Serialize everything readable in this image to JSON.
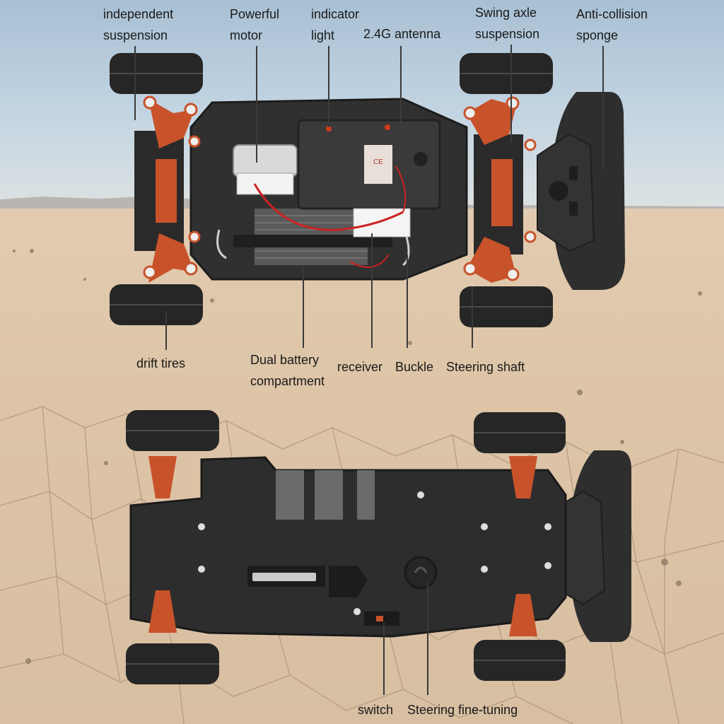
{
  "labels": {
    "independent_suspension": [
      "independent",
      "suspension"
    ],
    "powerful_motor": [
      "Powerful",
      "motor"
    ],
    "indicator_light": [
      "indicator",
      "light"
    ],
    "antenna": "2.4G antenna",
    "swing_axle_suspension": [
      "Swing axle",
      "suspension"
    ],
    "anti_collision_sponge": [
      "Anti-collision",
      "sponge"
    ],
    "drift_tires": "drift tires",
    "dual_battery_compartment": [
      "Dual battery",
      "compartment"
    ],
    "receiver": "receiver",
    "buckle": "Buckle",
    "steering_shaft": "Steering shaft",
    "switch": "switch",
    "steering_fine_tuning": "Steering fine-tuning"
  },
  "receiver_box": {
    "marking": "CE"
  },
  "colors": {
    "chassis": "#2b2b2b",
    "suspension_arms": "#c8532a",
    "tire": "#262626",
    "sky": "#b7cbdb",
    "ground": "#dcc3a5"
  }
}
